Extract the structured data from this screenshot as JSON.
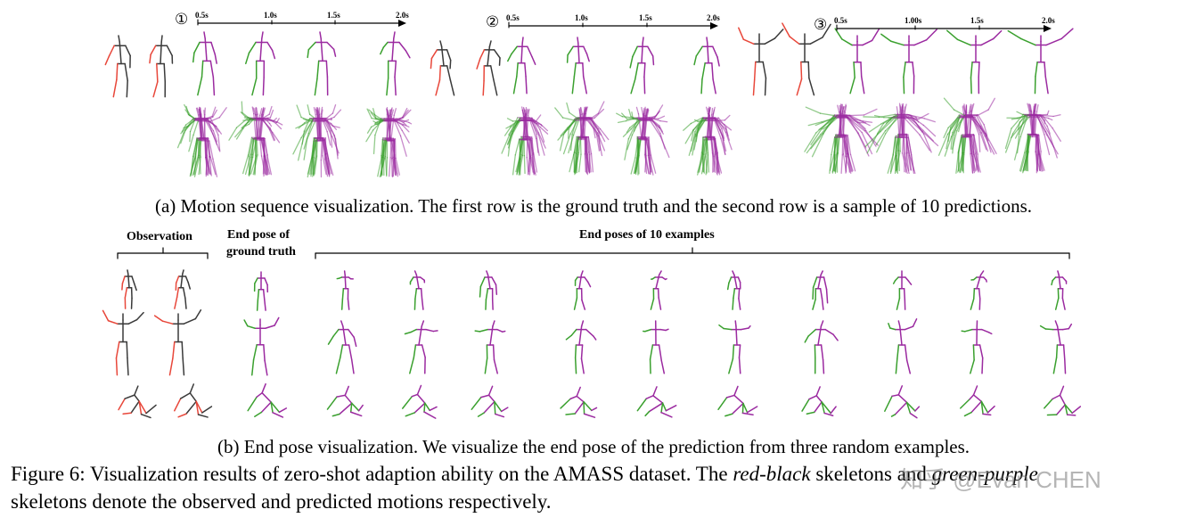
{
  "panel_a": {
    "sequences": [
      {
        "marker": "①",
        "ticks": [
          "0.5s",
          "1.0s",
          "1.5s",
          "2.0s"
        ]
      },
      {
        "marker": "②",
        "ticks": [
          "0.5s",
          "1.0s",
          "1.5s",
          "2.0s"
        ]
      },
      {
        "marker": "③",
        "ticks": [
          "0.5s",
          "1.00s",
          "1.5s",
          "2.0s"
        ]
      }
    ],
    "caption": "(a) Motion sequence visualization. The first row is the ground truth and the second row is a sample of 10 predictions."
  },
  "panel_b": {
    "observation_label": "Observation",
    "end_pose_gt_label_line1": "End pose of",
    "end_pose_gt_label_line2": "ground truth",
    "end_poses_label": "End poses of 10 examples",
    "caption": "(b) End pose visualization. We visualize the end pose of the prediction from three random examples."
  },
  "figure_caption": {
    "prefix": "Figure 6: Visualization results of zero-shot adaption ability on the AMASS dataset. The ",
    "red_black": "red-black",
    "middle": " skeletons and ",
    "green_purple": "green-purple",
    "line2": "skeletons denote the observed and predicted motions respectively."
  },
  "watermark": "知乎 @Evan CHEN",
  "colors": {
    "observed_a": "#e8473a",
    "observed_b": "#3a3a3a",
    "predicted_a": "#3aa02e",
    "predicted_b": "#9b2aa0"
  }
}
